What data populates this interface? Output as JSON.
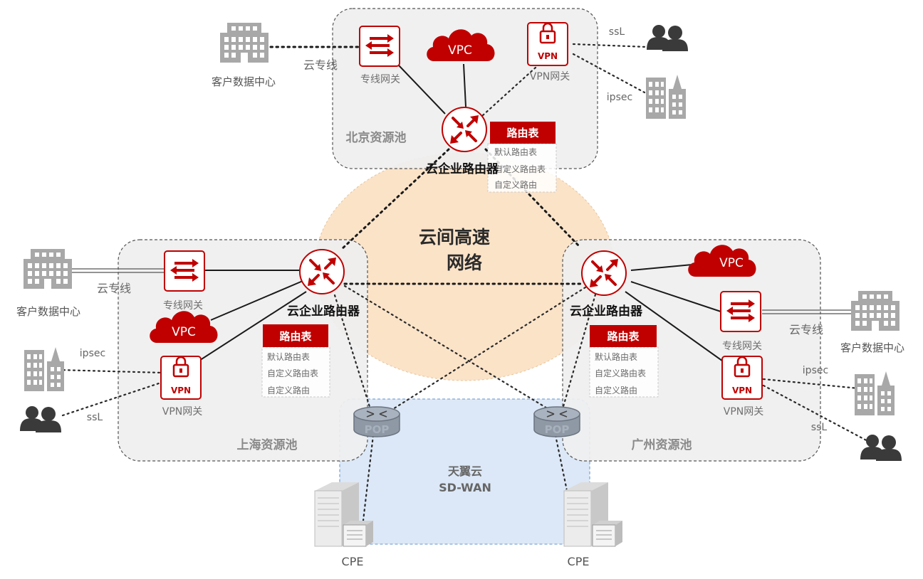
{
  "center": {
    "line1": "云间高速",
    "line2": "网络"
  },
  "pools": {
    "beijing": "北京资源池",
    "shanghai": "上海资源池",
    "guangzhou": "广州资源池"
  },
  "sdwan": {
    "line1": "天翼云",
    "line2": "SD-WAN"
  },
  "router_label": "云企业路由器",
  "gateway_label": "专线网关",
  "vpn_gateway_label": "VPN网关",
  "vpc_text": "VPC",
  "vpn_text": "VPN",
  "pop_text": "POP",
  "datacenter_label": "客户数据中心",
  "dedicated_line_label": "云专线",
  "ipsec_label": "ipsec",
  "ssl_label": "ssL",
  "cpe_label": "CPE",
  "route_table": {
    "title": "路由表",
    "items": [
      "默认路由表",
      "自定义路由表",
      "自定义路由"
    ]
  },
  "colors": {
    "accent_red": "#c00000",
    "pool_fill": "#efefef",
    "center_fill": "#fbe3c8",
    "sdwan_fill": "#dce8f7",
    "icon_gray": "#a8a8a8"
  }
}
